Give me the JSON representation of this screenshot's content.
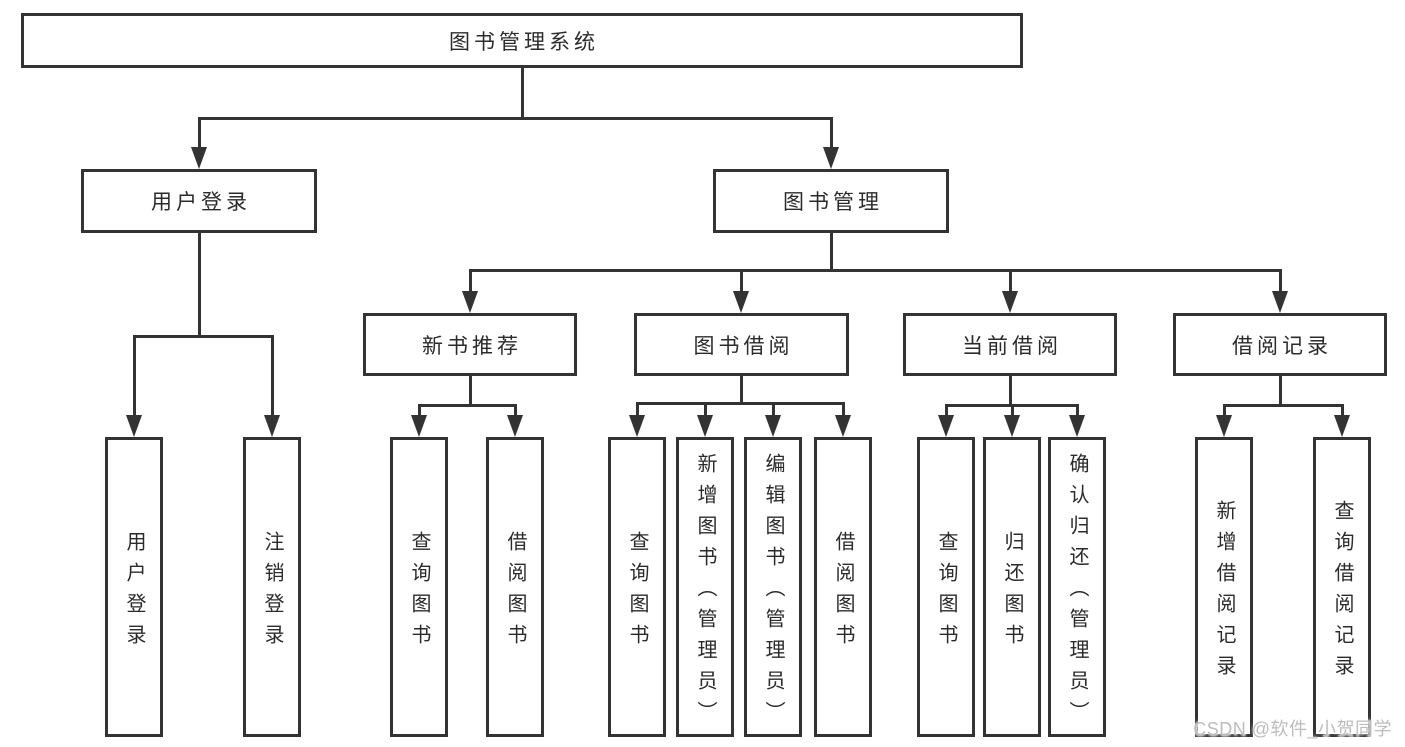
{
  "nodes": {
    "root": "图书管理系统",
    "level2": [
      "用户登录",
      "图书管理"
    ],
    "level3": [
      "新书推荐",
      "图书借阅",
      "当前借阅",
      "借阅记录"
    ],
    "leaves_user_login": [
      "用户登录",
      "注销登录"
    ],
    "leaves_new_books": [
      "查询图书",
      "借阅图书"
    ],
    "leaves_book_borrow": [
      "查询图书",
      "新增图书（管理员）",
      "编辑图书（管理员）",
      "借阅图书"
    ],
    "leaves_current_borrow": [
      "查询图书",
      "归还图书",
      "确认归还（管理员）"
    ],
    "leaves_borrow_records": [
      "新增借阅记录",
      "查询借阅记录"
    ]
  },
  "watermark": "CSDN @软件_小贺同学",
  "colors": {
    "line": "#333333",
    "text": "#2b2b2b",
    "watermark": "#bcbcbc",
    "background": "#ffffff"
  }
}
